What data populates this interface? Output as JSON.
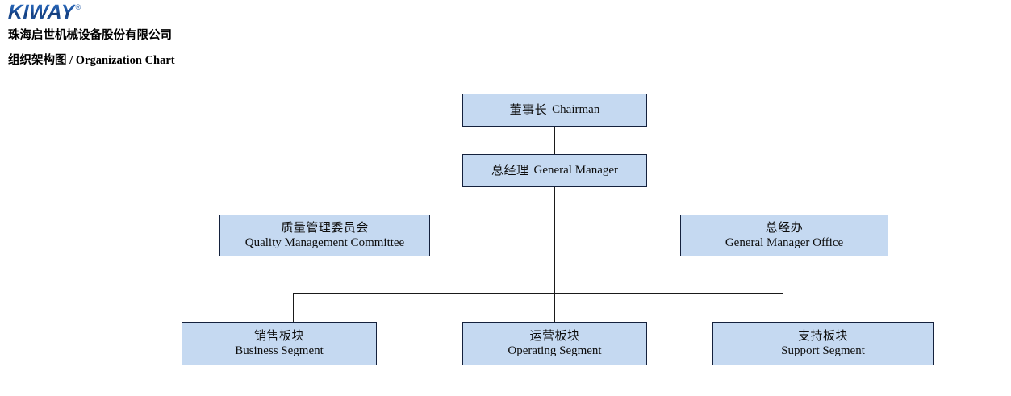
{
  "header": {
    "logo": {
      "name": "kiway-logo",
      "text": "KIWAY",
      "registered_mark": "®",
      "color": "#1a4f9c"
    },
    "company_name": "珠海启世机械设备股份有限公司",
    "chart_title": "组织架构图 / Organization Chart"
  },
  "theme": {
    "node_fill": "#c5d9f1",
    "node_border": "#14213d",
    "line_color": "#1a1a1a",
    "background": "#ffffff"
  },
  "chart_data": {
    "type": "diagram",
    "title": "组织架构图 / Organization Chart",
    "nodes": [
      {
        "id": "chairman",
        "level": 1,
        "cn": "董事长",
        "en": "Chairman",
        "layout": "inline"
      },
      {
        "id": "gm",
        "level": 2,
        "cn": "总经理",
        "en": "General Manager",
        "layout": "inline"
      },
      {
        "id": "qmc",
        "level": 3,
        "cn": "质量管理委员会",
        "en": "Quality Management Committee",
        "layout": "stacked"
      },
      {
        "id": "gmo",
        "level": 3,
        "cn": "总经办",
        "en": "General Manager Office",
        "layout": "stacked"
      },
      {
        "id": "business",
        "level": 4,
        "cn": "销售板块",
        "en": "Business Segment",
        "layout": "stacked"
      },
      {
        "id": "operating",
        "level": 4,
        "cn": "运营板块",
        "en": "Operating Segment",
        "layout": "stacked"
      },
      {
        "id": "support",
        "level": 4,
        "cn": "支持板块",
        "en": "Support Segment",
        "layout": "stacked"
      }
    ],
    "edges": [
      {
        "from": "chairman",
        "to": "gm"
      },
      {
        "from": "gm",
        "to": "qmc"
      },
      {
        "from": "gm",
        "to": "gmo"
      },
      {
        "from": "gm",
        "to": "business"
      },
      {
        "from": "gm",
        "to": "operating"
      },
      {
        "from": "gm",
        "to": "support"
      }
    ]
  }
}
